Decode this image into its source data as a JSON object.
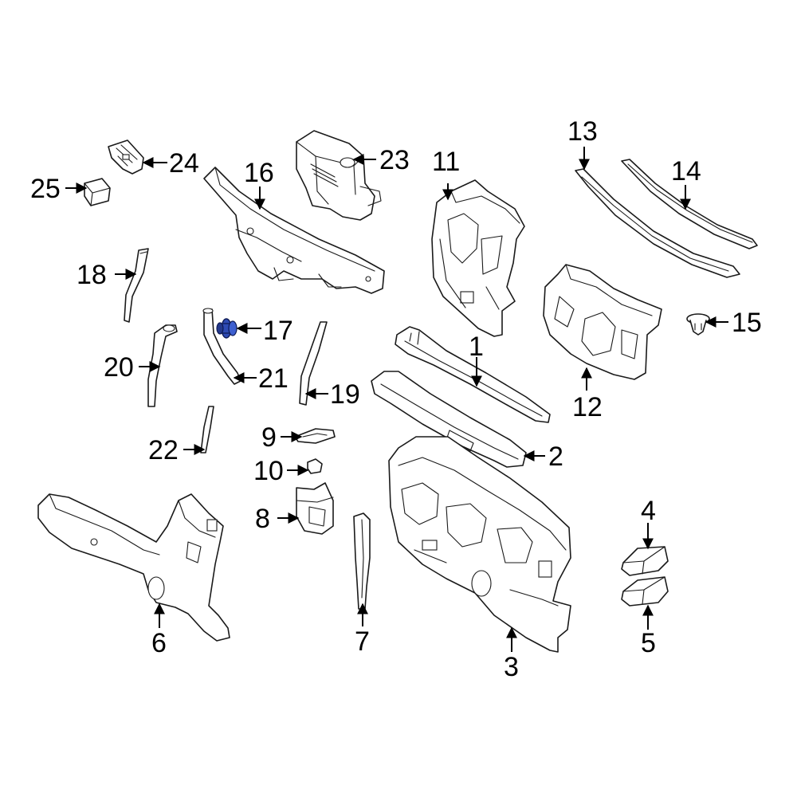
{
  "diagram": {
    "highlight_color": "#2e4bb4",
    "line_color": "#1a1a1a",
    "background": "#ffffff",
    "callouts": [
      {
        "id": "1",
        "label": "1"
      },
      {
        "id": "2",
        "label": "2"
      },
      {
        "id": "3",
        "label": "3"
      },
      {
        "id": "4",
        "label": "4"
      },
      {
        "id": "5",
        "label": "5"
      },
      {
        "id": "6",
        "label": "6"
      },
      {
        "id": "7",
        "label": "7"
      },
      {
        "id": "8",
        "label": "8"
      },
      {
        "id": "9",
        "label": "9"
      },
      {
        "id": "10",
        "label": "10"
      },
      {
        "id": "11",
        "label": "11"
      },
      {
        "id": "12",
        "label": "12"
      },
      {
        "id": "13",
        "label": "13"
      },
      {
        "id": "14",
        "label": "14"
      },
      {
        "id": "15",
        "label": "15"
      },
      {
        "id": "16",
        "label": "16"
      },
      {
        "id": "17",
        "label": "17",
        "highlighted": true
      },
      {
        "id": "18",
        "label": "18"
      },
      {
        "id": "19",
        "label": "19"
      },
      {
        "id": "20",
        "label": "20"
      },
      {
        "id": "21",
        "label": "21"
      },
      {
        "id": "22",
        "label": "22"
      },
      {
        "id": "23",
        "label": "23"
      },
      {
        "id": "24",
        "label": "24"
      },
      {
        "id": "25",
        "label": "25"
      }
    ]
  }
}
